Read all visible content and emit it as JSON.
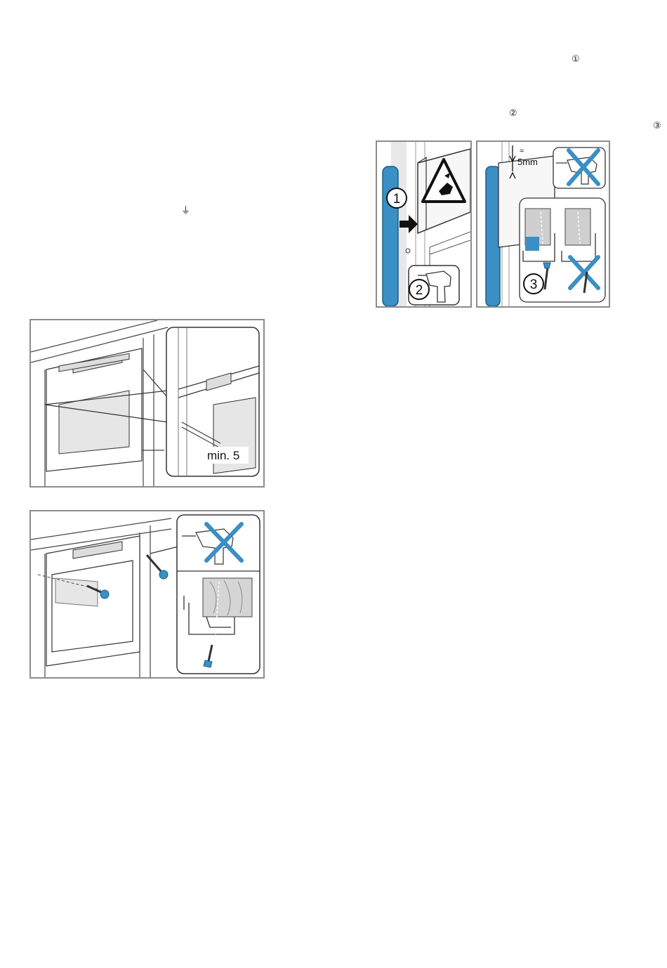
{
  "markers": {
    "step1_ref": "①",
    "step2_ref": "②",
    "step3_ref": "③",
    "ground_symbol": "⏚"
  },
  "figure_top_right": {
    "step1_label": "1",
    "step2_label": "2",
    "step3_label": "3",
    "gap_label": "5mm",
    "approx_symbol": "≈"
  },
  "figure_middle_left": {
    "gap_label": "min. 5"
  },
  "colors": {
    "accent_blue": "#3a8fc4",
    "frame_gray": "#8c8c8c",
    "line_dark": "#333333"
  },
  "icons": [
    "ground-symbol-icon",
    "warning-hand-icon",
    "drill-icon",
    "cross-mark-icon",
    "screw-icon",
    "arrow-right-icon"
  ]
}
